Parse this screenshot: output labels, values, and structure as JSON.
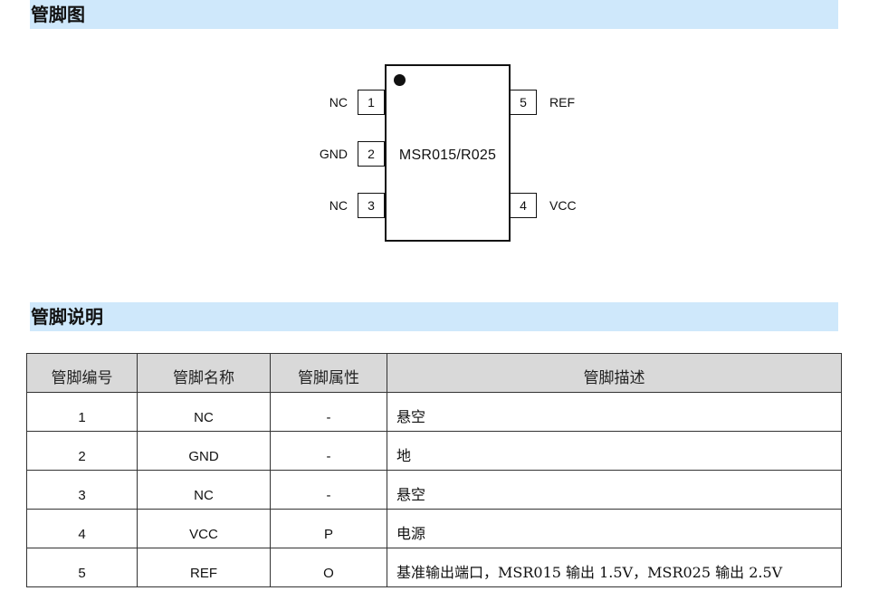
{
  "sections": {
    "pin_diagram_title": "管脚图",
    "pin_description_title": "管脚说明"
  },
  "chip": {
    "name": "MSR015/R025",
    "left_pins": [
      {
        "number": "1",
        "label": "NC"
      },
      {
        "number": "2",
        "label": "GND"
      },
      {
        "number": "3",
        "label": "NC"
      }
    ],
    "right_pins": [
      {
        "number": "5",
        "label": "REF"
      },
      {
        "number": "4",
        "label": "VCC"
      }
    ]
  },
  "table": {
    "headers": [
      "管脚编号",
      "管脚名称",
      "管脚属性",
      "管脚描述"
    ],
    "rows": [
      {
        "number": "1",
        "name": "NC",
        "attr": "-",
        "desc": "悬空"
      },
      {
        "number": "2",
        "name": "GND",
        "attr": "-",
        "desc": "地"
      },
      {
        "number": "3",
        "name": "NC",
        "attr": "-",
        "desc": "悬空"
      },
      {
        "number": "4",
        "name": "VCC",
        "attr": "P",
        "desc": "电源"
      },
      {
        "number": "5",
        "name": "REF",
        "attr": "O",
        "desc": "基准输出端口，MSR015 输出 1.5V，MSR025 输出 2.5V"
      }
    ]
  }
}
